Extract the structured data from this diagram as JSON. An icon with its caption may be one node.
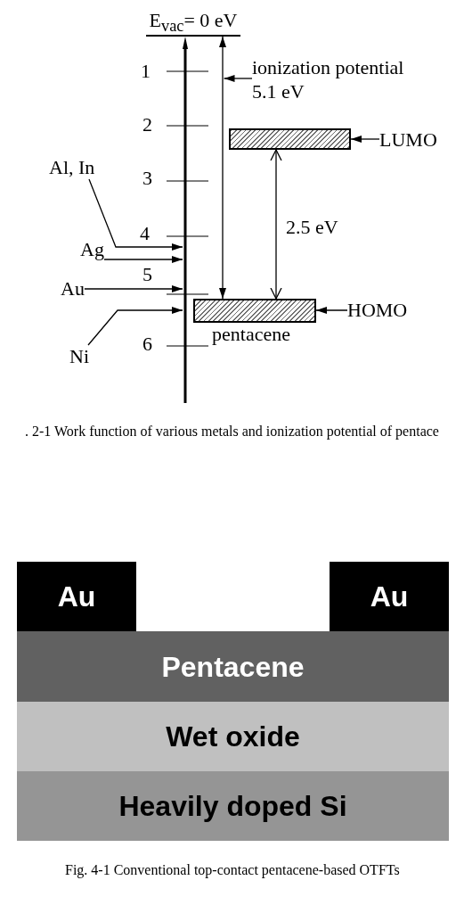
{
  "diagram": {
    "nodes": [
      {
        "text": [
          "E$_{vac}$= 0 eV"
        ]
      },
      {
        "text": [],
        "shape": "line"
      },
      {
        "text": [
          "ionization potential 5.1 eV"
        ]
      },
      {
        "text": [],
        "shape": "bar"
      },
      {
        "text": [
          "LUMO"
        ]
      },
      {
        "text": [
          "Al, In"
        ]
      },
      {
        "text": [
          "Ag"
        ]
      },
      {
        "text": [
          "Au"
        ]
      },
      {
        "text": [],
        "shape": "bar",
        "beside": [
          "pentacene"
        ]
      },
      {
        "text": [
          "HOMO"
        ]
      },
      {
        "text": [
          "Ni"
        ]
      },
      {
        "text": [
          "Au"
        ]
      },
      {
        "text": [
          "Au"
        ]
      },
      {
        "text": [
          "Pentacene"
        ]
      },
      {
        "text": [
          "Wet oxide"
        ]
      },
      {
        "text": [
          "Heavily doped Si"
        ]
      }
    ],
    "edges": [
      {
        "from": 0,
        "to": 8,
        "arrow": "both"
      },
      {
        "from": 2,
        "to": null,
        "arrow": "to"
      },
      {
        "from": 3,
        "to": 8,
        "arrow": "both",
        "label": "2.5 eV"
      },
      {
        "from": 4,
        "to": 3,
        "arrow": "to"
      },
      {
        "from": 5,
        "to": 1,
        "arrow": "to"
      },
      {
        "from": 6,
        "to": 1,
        "arrow": "to"
      },
      {
        "from": 7,
        "to": 1,
        "arrow": "to"
      },
      {
        "from": 9,
        "to": 8,
        "arrow": "to"
      },
      {
        "from": 10,
        "to": 1,
        "arrow": "to"
      }
    ],
    "labels": [
      "1",
      "2",
      "3",
      "4",
      "5",
      "6",
      ". 2-1 Work function of various metals and ionization potential of pentace",
      "Fig. 4-1 Conventional top-contact pentacene-based OTFTs"
    ]
  }
}
